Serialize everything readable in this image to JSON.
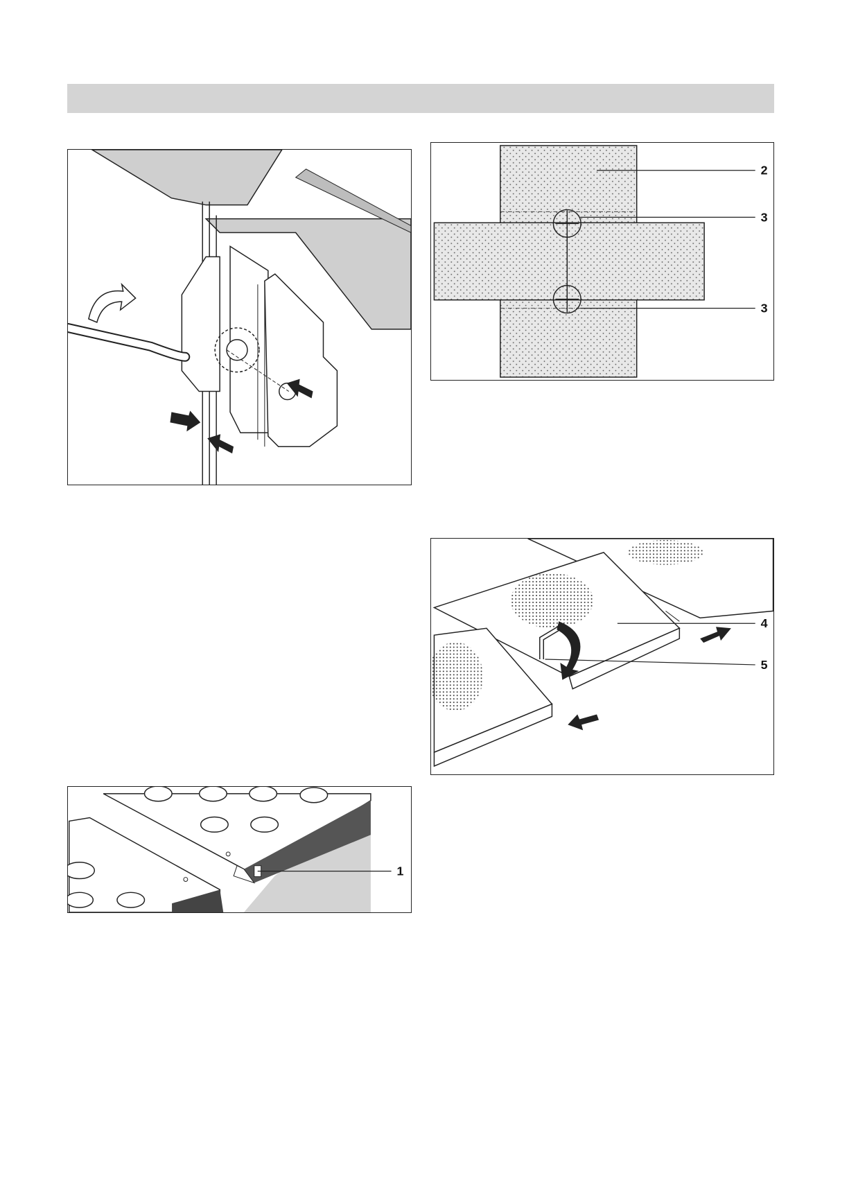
{
  "header": {
    "title": ""
  },
  "figures": {
    "hinge_adjustment": {
      "callouts": []
    },
    "panel_alignment": {
      "callouts": [
        "2",
        "3",
        "3"
      ]
    },
    "cooktop_removal": {
      "callouts": [
        "4",
        "5"
      ]
    },
    "edge_detail": {
      "callouts": [
        "1"
      ]
    }
  },
  "icons": {
    "rotate": "curved-arrow-icon",
    "push": "push-arrow-icon",
    "hex_key": "hex-key-icon"
  },
  "colors": {
    "header_bar": "#d4d4d4",
    "panel_grey": "#cfcfcf",
    "line": "#222222"
  }
}
